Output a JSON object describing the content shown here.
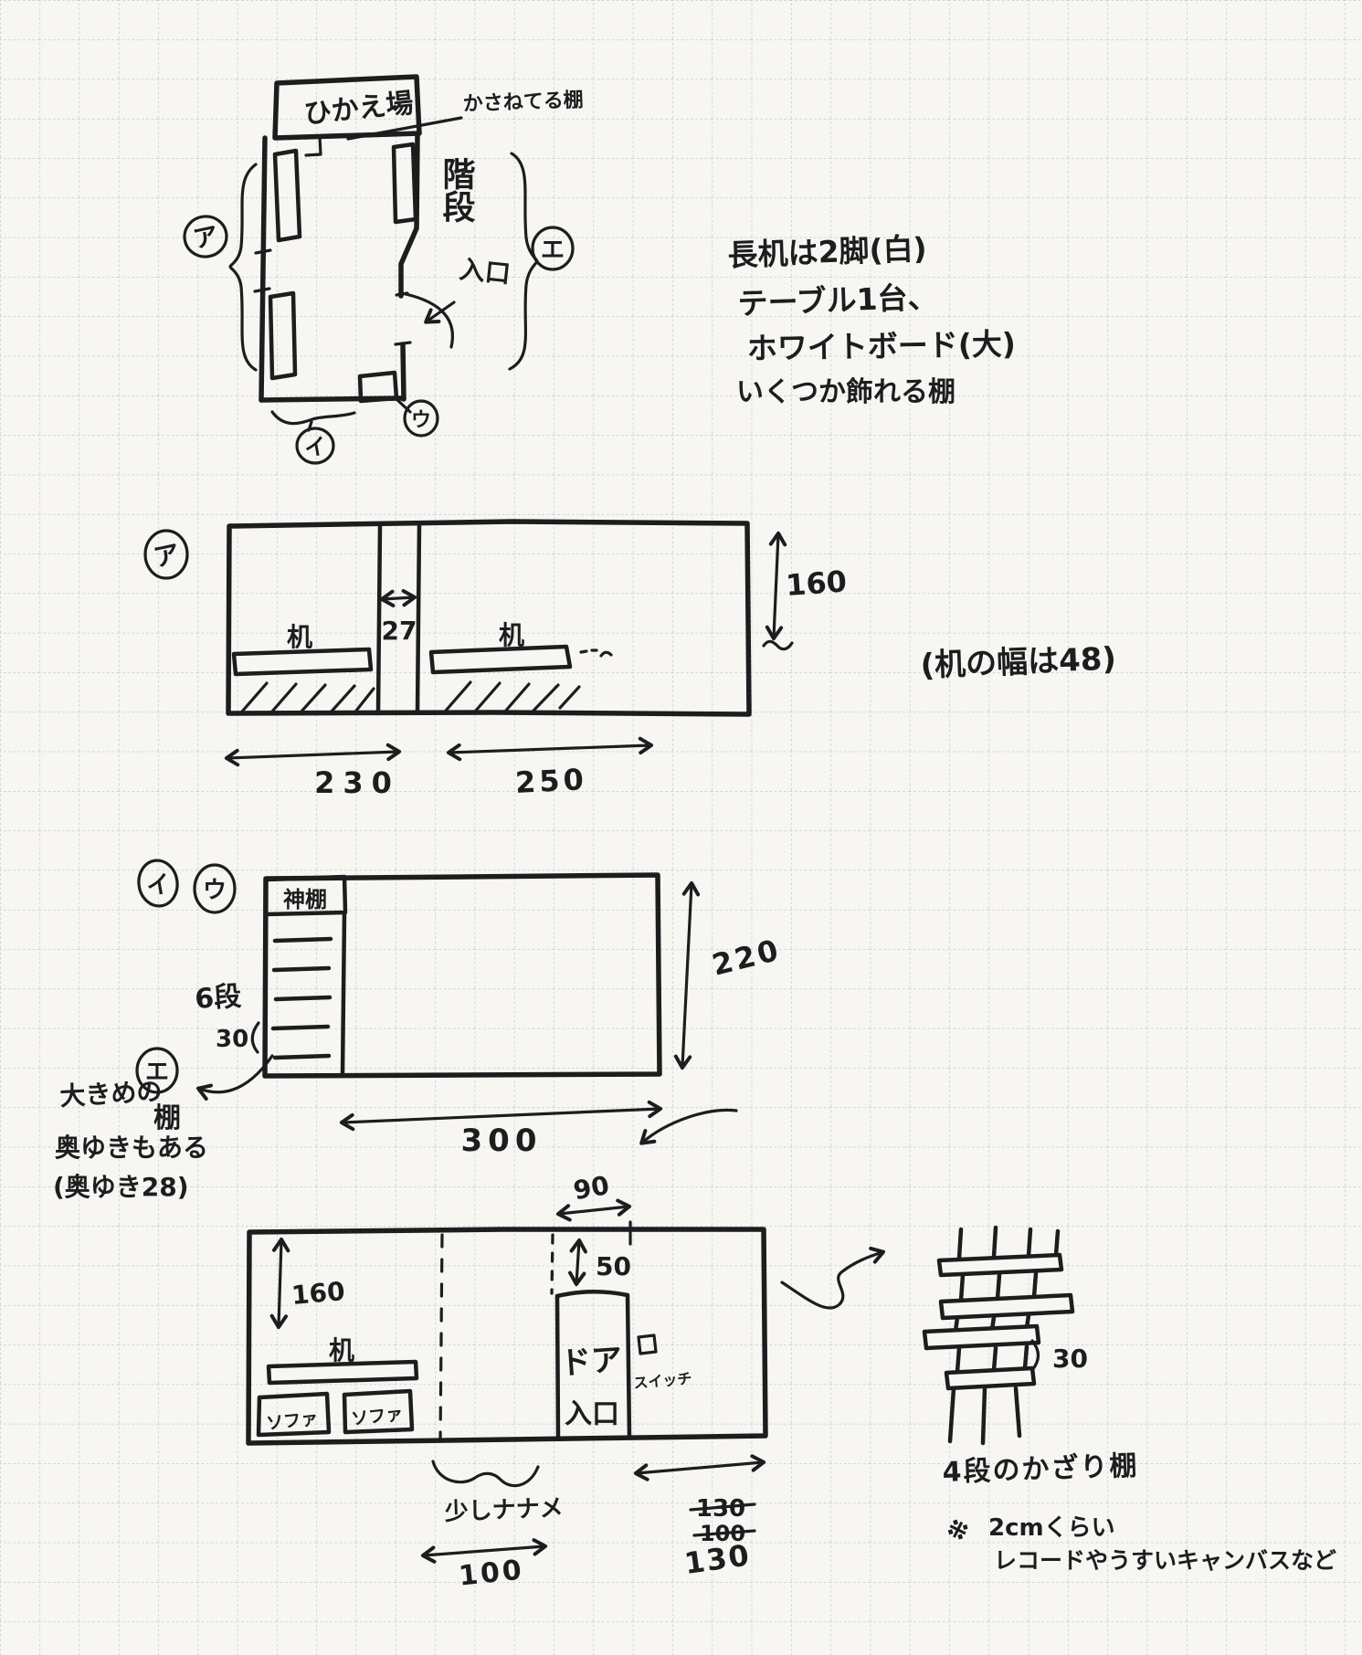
{
  "colors": {
    "ink": "#1d1d1f",
    "paper": "#f7f6f2",
    "grid": "#b9bdc1"
  },
  "floor_plan": {
    "room_label": "ひかえ場",
    "shelf_annotation": "かさねてる棚",
    "stairs_label": "階段",
    "entrance_label": "入口",
    "marker_a": "ア",
    "marker_i": "イ",
    "marker_u": "ウ",
    "marker_e": "エ"
  },
  "furniture_notes": {
    "line1": "長机は2脚(白)",
    "line2": "テーブル1台、",
    "line3": "ホワイトボード(大)",
    "line4": "いくつか飾れる棚"
  },
  "elevation_a": {
    "marker": "ア",
    "desk_left": "机",
    "desk_right": "机",
    "gap_width": "27",
    "wall_height": "160",
    "width_left": "230",
    "width_right": "250",
    "desk_note": "(机の幅は48)"
  },
  "elevation_iu": {
    "marker_i": "イ",
    "marker_u": "ウ",
    "kamidana_label": "神棚",
    "tier_count": "6段",
    "tier_height": "30",
    "wall_height": "220",
    "wall_width": "300",
    "note_line1": "大きめの",
    "note_line2": "棚",
    "note_line3": "奥ゆきもある",
    "note_line4": "(奥ゆき28)"
  },
  "elevation_e": {
    "marker": "エ",
    "wall_height": "160",
    "desk_label": "机",
    "sofa_left": "ソファ",
    "sofa_right": "ソファ",
    "door_line1": "ドア",
    "door_line2": "入口",
    "switch_label": "スイッチ",
    "door_width": "90",
    "door_top_gap": "50",
    "slant_note": "少しナナメ",
    "slant_width": "100",
    "right_width_struck1": "130",
    "right_width_struck2": "100",
    "right_width": "130"
  },
  "display_shelf": {
    "tier_gap": "30",
    "title": "4段のかざり棚",
    "note_mark": "※",
    "note_line1": "2cmくらい",
    "note_line2": "レコードやうすいキャンバスなど"
  }
}
